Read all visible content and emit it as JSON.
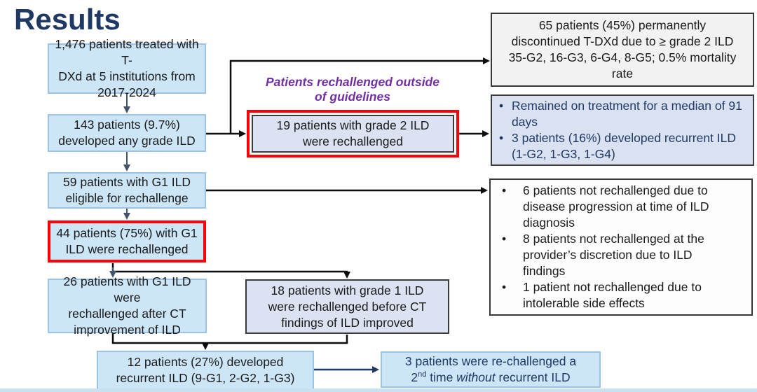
{
  "slide": {
    "title": "Results"
  },
  "bullet_glyph": "•",
  "colors": {
    "navy_text": "#1f3864",
    "purple_note": "#7030a0",
    "red_highlight": "#fb0006",
    "light_blue_fill": "#cde6f7",
    "light_blue_border": "#9cc2e5",
    "lavender_fill": "#dce2f1",
    "gray_fill": "#f2f2f2",
    "dark_border": "#383838",
    "slate_arrow": "#44546a"
  },
  "flowchart": {
    "left_column": {
      "treated": {
        "lines": [
          "1,476 patients treated with T-",
          "DXd at 5 institutions from",
          "2017-2024"
        ]
      },
      "developed_ild": {
        "lines": [
          "143 patients (9.7%)",
          "developed any grade ILD"
        ]
      },
      "eligible": {
        "lines": [
          "59 patients with G1 ILD",
          "eligible for rechallenge"
        ]
      },
      "rechallenged_g1": {
        "lines": [
          "44 patients (75%) with G1",
          "ILD were rechallenged"
        ]
      },
      "rechallenged_after_ct": {
        "lines": [
          "26 patients with G1 ILD were",
          "rechallenged after CT",
          "improvement of ILD"
        ]
      }
    },
    "middle": {
      "outside_guidelines_note": {
        "lines": [
          "Patients rechallenged outside",
          "of guidelines"
        ]
      },
      "grade2_rechallenged": {
        "lines": [
          "19 patients with grade 2 ILD",
          "were rechallenged"
        ]
      },
      "rechallenged_before_ct": {
        "lines": [
          "18 patients with grade 1 ILD",
          "were rechallenged before CT",
          "findings of ILD improved"
        ]
      }
    },
    "bottom": {
      "recurrent_ild": {
        "lines": [
          "12 patients (27%) developed",
          "recurrent ILD (9-G1, 2-G2, 1-G3)"
        ]
      },
      "second_rechallenge": {
        "line1": "3 patients were re-challenged a",
        "line2_num": "2",
        "line2_sup": "nd",
        "line2_mid": " time ",
        "line2_italic": "without",
        "line2_tail": " recurrent ILD"
      }
    },
    "right_column": {
      "discontinued": {
        "lines": [
          "65 patients (45%) permanently",
          "discontinued T-DXd due to ≥ grade 2 ILD",
          "35-G2, 16-G3, 6-G4, 8-G5; 0.5% mortality",
          "rate"
        ]
      },
      "grade2_outcomes": {
        "items": [
          "Remained on treatment for a median of 91 days",
          "3 patients (16%) developed recurrent ILD (1-G2, 1-G3, 1-G4)"
        ]
      },
      "not_rechallenged_reasons": {
        "items": [
          "6 patients not rechallenged due to disease progression at time of ILD diagnosis",
          "8 patients not rechallenged at the provider’s discretion due to ILD findings",
          "1 patient not rechallenged due to intolerable side effects"
        ]
      }
    }
  }
}
